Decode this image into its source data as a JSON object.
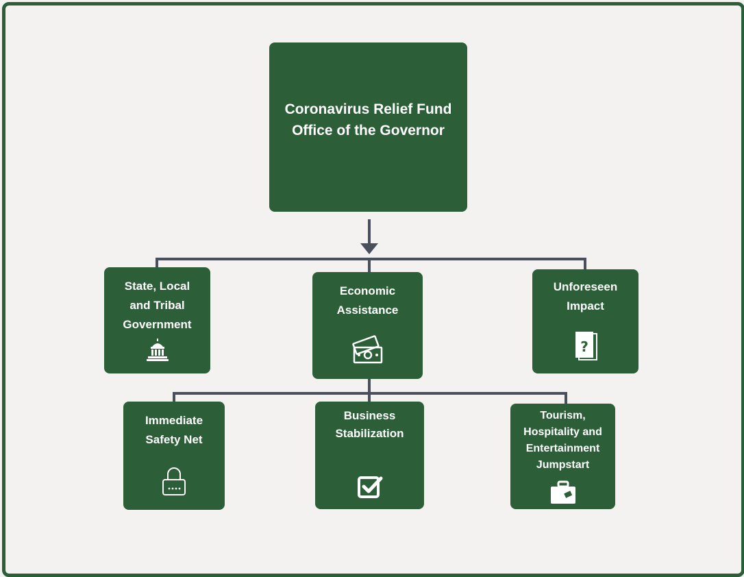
{
  "diagram": {
    "root": {
      "title": "Coronavirus Relief Fund\nOffice of the Governor"
    },
    "nodes": [
      {
        "label": "State, Local\nand Tribal\nGovernment",
        "icon": "capitol-building-icon"
      },
      {
        "label": "Economic\nAssistance",
        "icon": "money-bills-icon"
      },
      {
        "label": "Unforeseen\nImpact",
        "icon": "question-book-icon"
      },
      {
        "label": "Immediate\nSafety Net",
        "icon": "padlock-icon"
      },
      {
        "label": "Business\nStabilization",
        "icon": "checkbox-icon"
      },
      {
        "label": "Tourism,\nHospitality and\nEntertainment\nJumpstart",
        "icon": "suitcase-icon"
      }
    ]
  },
  "colors": {
    "box_fill": "#2c5f37",
    "connector": "#4a4f5c",
    "background": "#f4f2f1",
    "text": "#ffffff"
  }
}
